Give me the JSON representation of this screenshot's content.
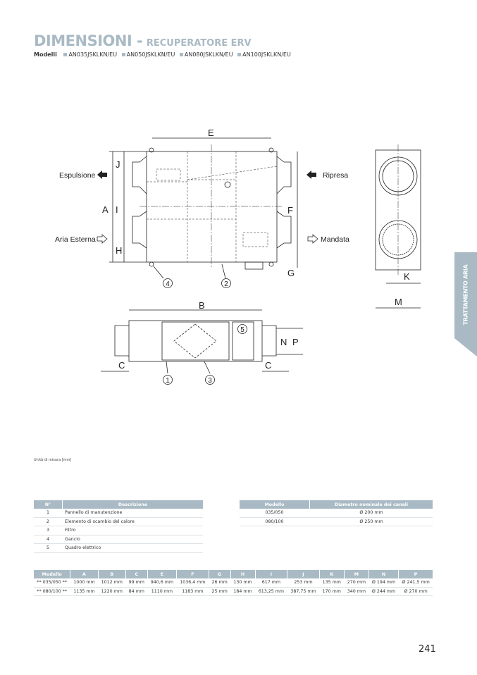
{
  "header": {
    "title": "DIMENSIONI -",
    "subtitle": "RECUPERATORE ERV",
    "models_label": "Modelli",
    "models": [
      "AN035JSKLKN/EU",
      "AN050JSKLKN/EU",
      "AN080JSKLKN/EU",
      "AN100JSKLKN/EU"
    ]
  },
  "diagram": {
    "labels": {
      "A": "A",
      "B": "B",
      "C": "C",
      "E": "E",
      "F": "F",
      "G": "G",
      "H": "H",
      "I": "I",
      "J": "J",
      "K": "K",
      "M": "M",
      "N": "N",
      "P": "P"
    },
    "flows": {
      "espulsione": "Espulsione",
      "ripresa": "Ripresa",
      "aria_esterna": "Aria Esterna",
      "mandata": "Mandata"
    },
    "callouts": [
      "1",
      "2",
      "3",
      "4",
      "5"
    ]
  },
  "unit_note": "Unità di misura [mm]",
  "parts_table": {
    "headers": [
      "N°",
      "Descrizione"
    ],
    "rows": [
      [
        "1",
        "Pannello di manutenzione"
      ],
      [
        "2",
        "Elemento di scambio del calore"
      ],
      [
        "3",
        "Filtro"
      ],
      [
        "4",
        "Gancio"
      ],
      [
        "5",
        "Quadro elettrico"
      ]
    ]
  },
  "duct_table": {
    "headers": [
      "Modello",
      "Diametro nominale dei canali"
    ],
    "rows": [
      [
        "035/050",
        "Ø 200 mm"
      ],
      [
        "080/100",
        "Ø 250 mm"
      ]
    ]
  },
  "dim_table": {
    "headers": [
      "Modello",
      "A",
      "B",
      "C",
      "E",
      "F",
      "G",
      "H",
      "I",
      "J",
      "K",
      "M",
      "N",
      "P"
    ],
    "rows": [
      [
        "** 035/050 **",
        "1000 mm",
        "1012 mm",
        "99 mm",
        "940,6 mm",
        "1036,4 mm",
        "26 mm",
        "130 mm",
        "617 mm",
        "253 mm",
        "135 mm",
        "270 mm",
        "Ø 194 mm",
        "Ø 241,5 mm"
      ],
      [
        "** 080/100 **",
        "1135 mm",
        "1220 mm",
        "84 mm",
        "1110 mm",
        "1183 mm",
        "25 mm",
        "184 mm",
        "613,25 mm",
        "387,75 mm",
        "170 mm",
        "340 mm",
        "Ø 244 mm",
        "Ø 270 mm"
      ]
    ]
  },
  "side_tab": "TRATTAMENTO ARIA",
  "page_number": "241",
  "colors": {
    "accent": "#a9bac4"
  }
}
